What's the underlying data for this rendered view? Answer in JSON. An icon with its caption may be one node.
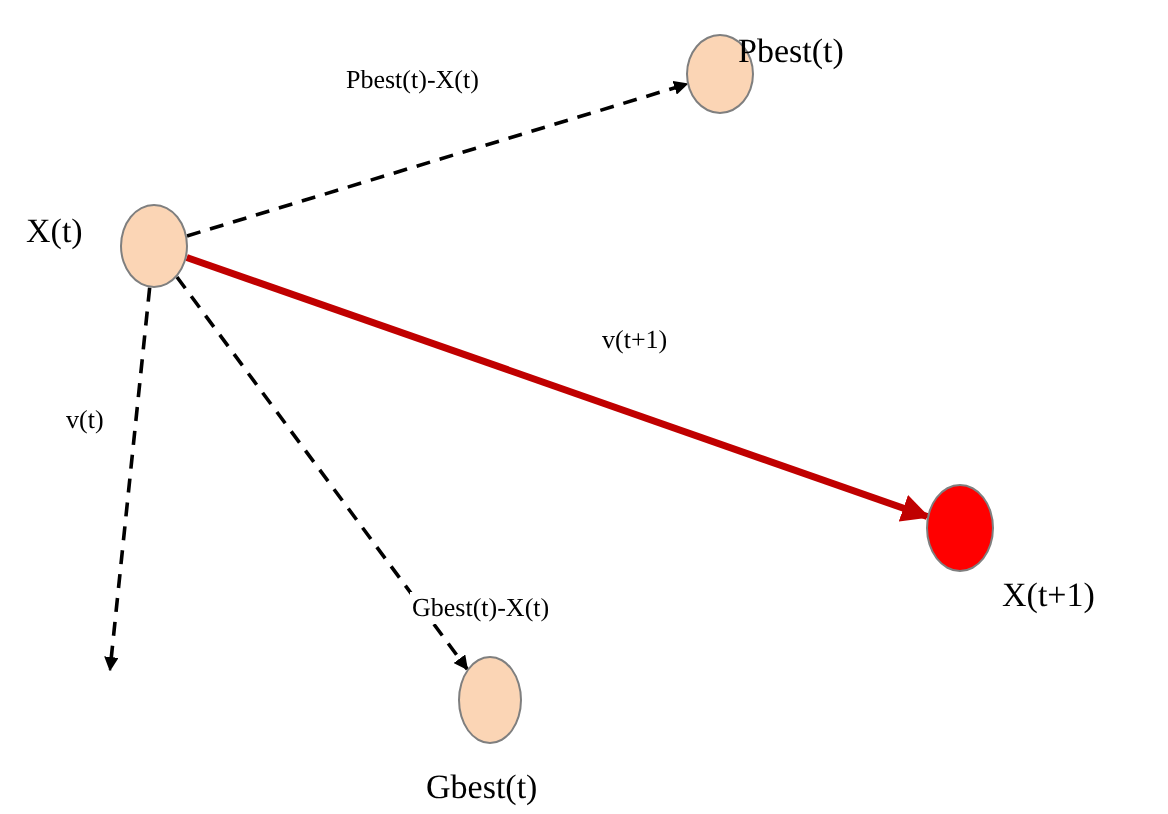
{
  "diagram": {
    "nodes": [
      {
        "text": [
          "X(t)"
        ]
      },
      {
        "text": [
          "Pbest(t)"
        ]
      },
      {
        "text": [
          "X(t+1)"
        ]
      },
      {
        "text": [
          "Gbest(t)"
        ]
      }
    ],
    "edges": [
      {
        "from": 0,
        "to": 1,
        "arrow": "to",
        "style": "dashed",
        "label": "Pbest(t)-X(t)"
      },
      {
        "from": 0,
        "to": 2,
        "arrow": "to",
        "style": "thick",
        "color": "#c00000",
        "label": "v(t+1)"
      },
      {
        "from": 0,
        "to": 3,
        "arrow": "to",
        "style": "dashed",
        "label": "Gbest(t)-X(t)"
      },
      {
        "from": 0,
        "to": null,
        "arrow": "to",
        "style": "dashed",
        "label": "v(t)"
      }
    ]
  }
}
